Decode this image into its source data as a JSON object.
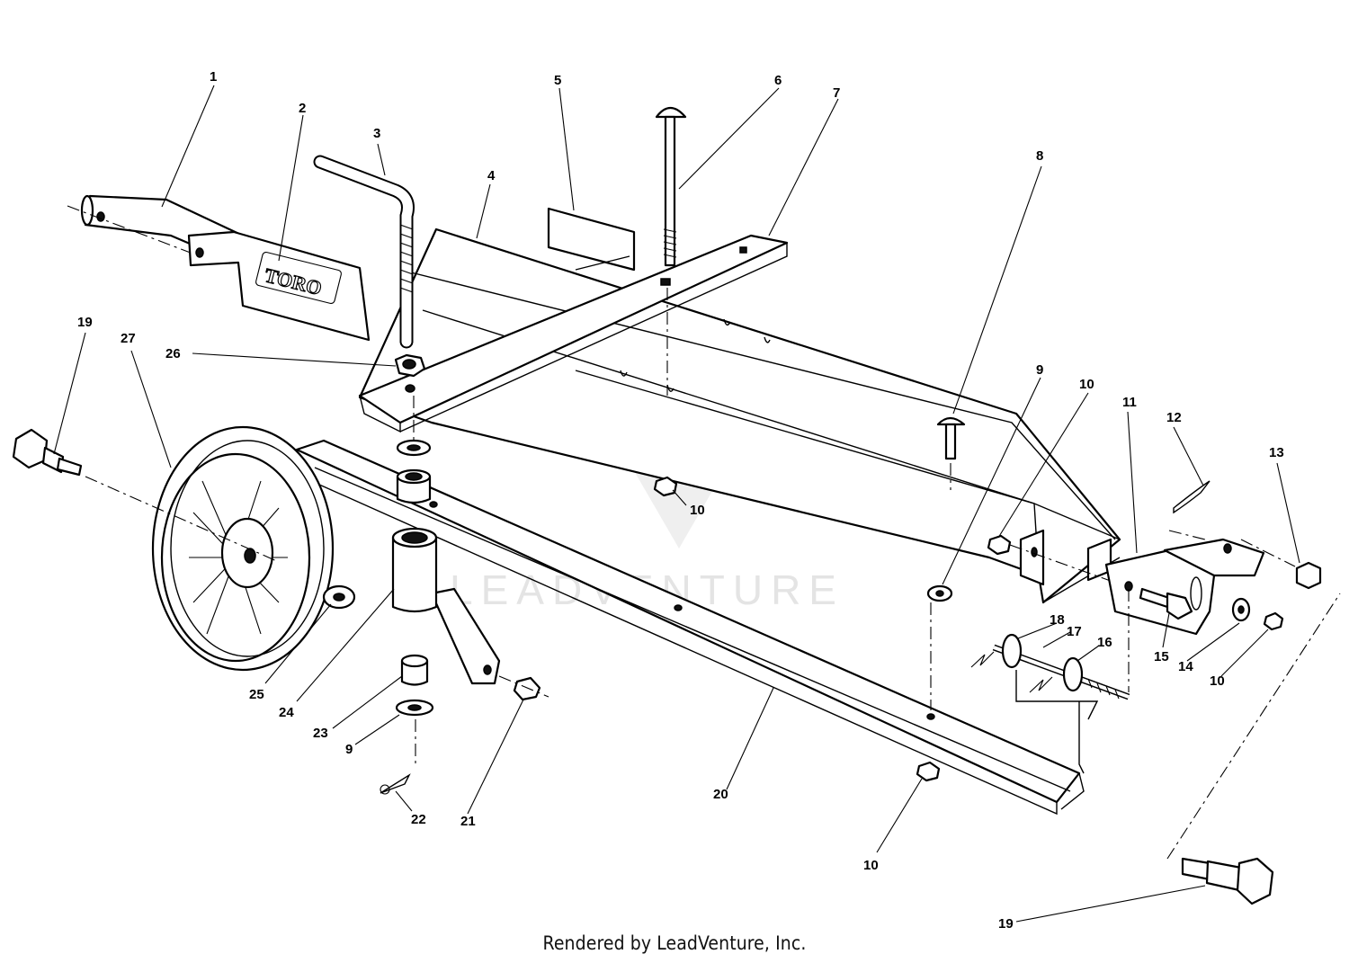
{
  "footer": {
    "text": "Rendered by LeadVenture, Inc."
  },
  "watermark": {
    "text": "LEADVENTURE"
  },
  "logo": {
    "text": "TORO"
  },
  "colors": {
    "line": "#000000",
    "background": "#ffffff",
    "watermark": "#e4e4e4"
  },
  "callouts": [
    {
      "label": "1"
    },
    {
      "label": "2"
    },
    {
      "label": "3"
    },
    {
      "label": "4"
    },
    {
      "label": "5"
    },
    {
      "label": "6"
    },
    {
      "label": "7"
    },
    {
      "label": "8"
    },
    {
      "label": "9"
    },
    {
      "label": "10"
    },
    {
      "label": "11"
    },
    {
      "label": "12"
    },
    {
      "label": "13"
    },
    {
      "label": "19"
    },
    {
      "label": "27"
    },
    {
      "label": "26"
    },
    {
      "label": "10"
    },
    {
      "label": "15"
    },
    {
      "label": "14"
    },
    {
      "label": "10"
    },
    {
      "label": "18"
    },
    {
      "label": "17"
    },
    {
      "label": "16"
    },
    {
      "label": "25"
    },
    {
      "label": "24"
    },
    {
      "label": "23"
    },
    {
      "label": "9"
    },
    {
      "label": "22"
    },
    {
      "label": "21"
    },
    {
      "label": "20"
    },
    {
      "label": "10"
    },
    {
      "label": "19"
    }
  ]
}
